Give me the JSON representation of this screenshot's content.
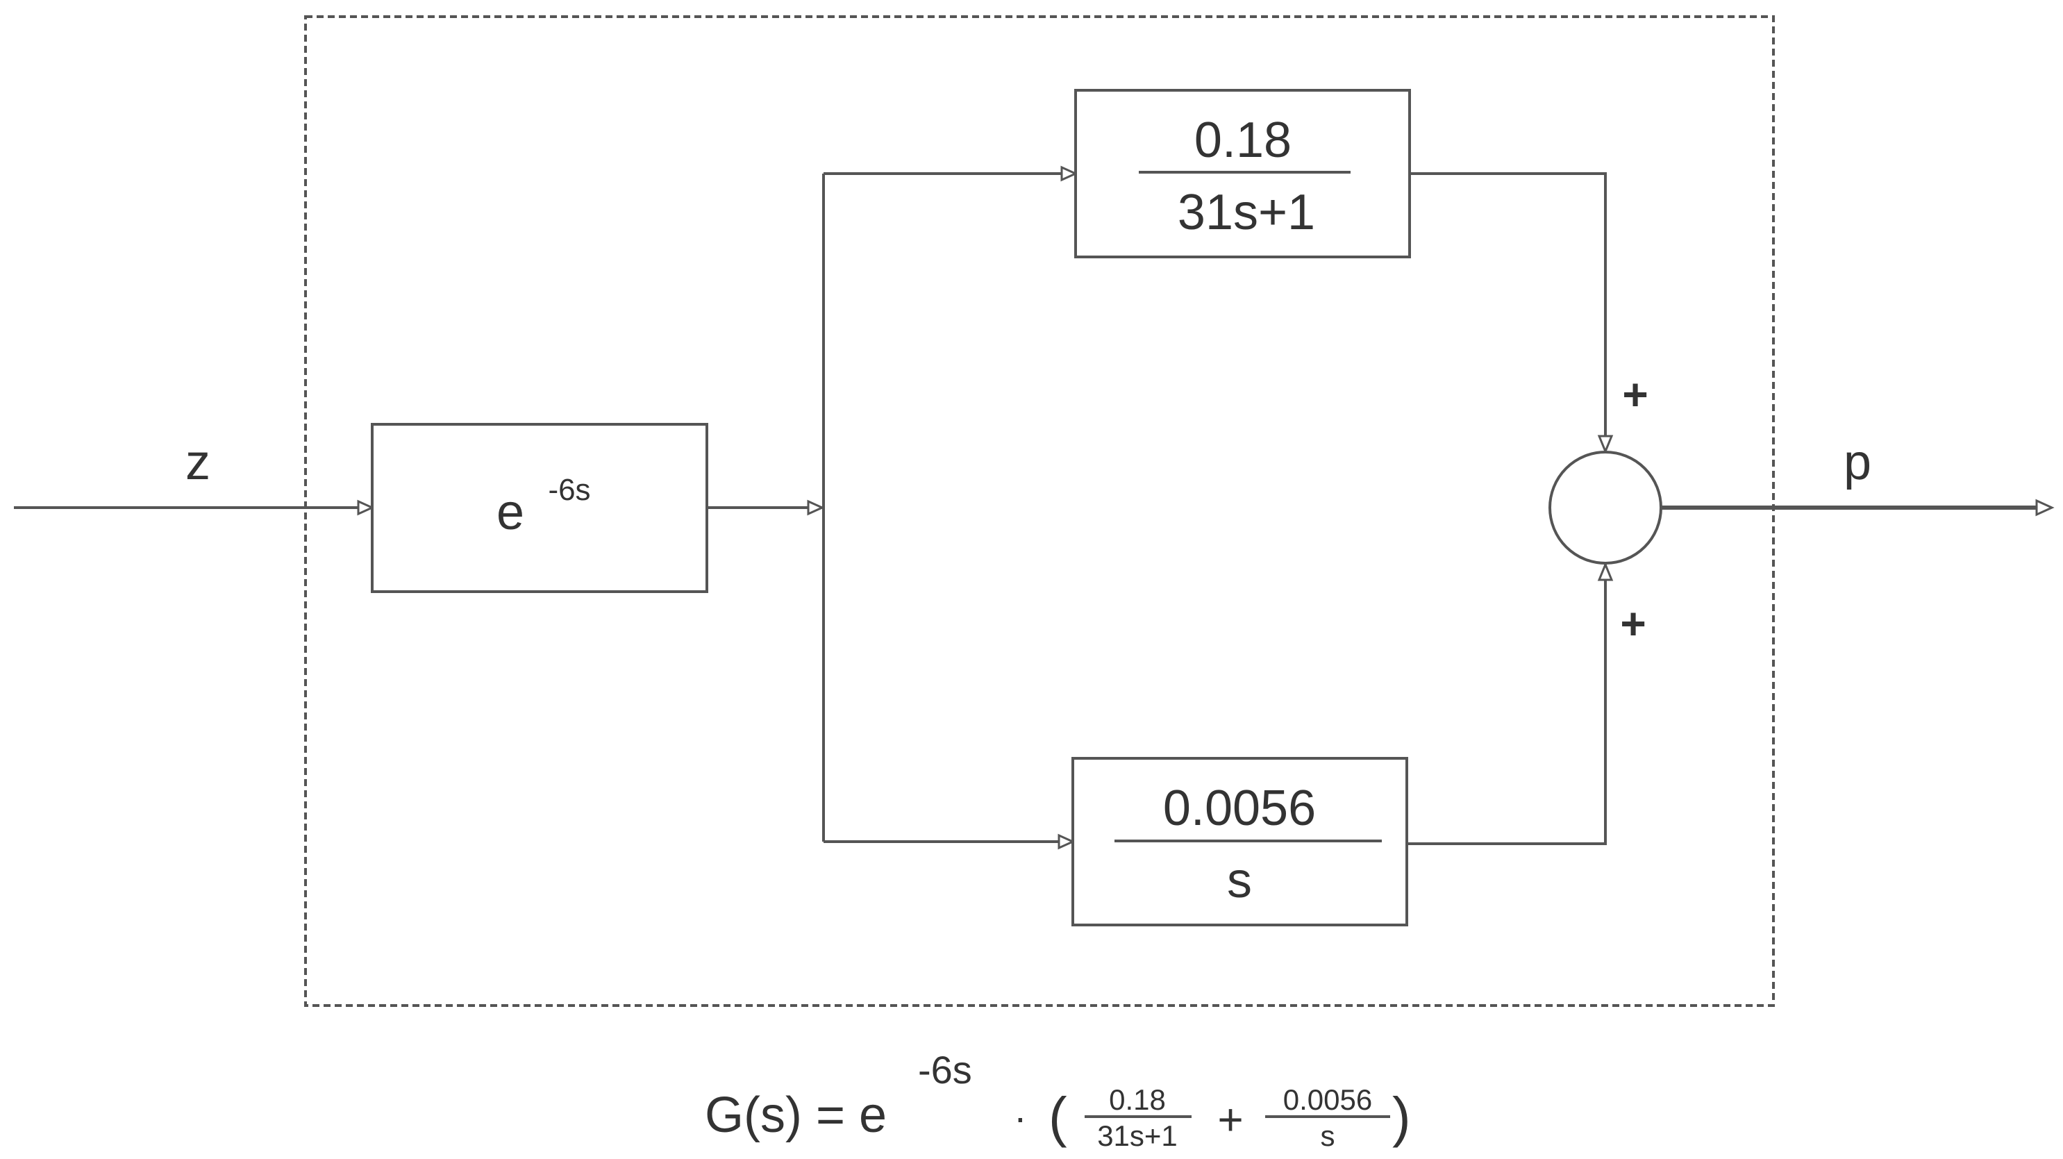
{
  "signals": {
    "input": "z",
    "output": "p"
  },
  "blocks": {
    "delay": {
      "base": "e",
      "exponent": "-6s"
    },
    "upper": {
      "numerator": "0.18",
      "denominator": "31s+1"
    },
    "lower": {
      "numerator": "0.0056",
      "denominator": "s"
    }
  },
  "summing_junction": {
    "top_sign": "+",
    "bottom_sign": "+"
  },
  "equation": {
    "lhs": "G(s) = e",
    "exponent": "-6s",
    "dot": "·",
    "open_paren": "(",
    "term1_num": "0.18",
    "term1_den": "31s+1",
    "plus": "+",
    "term2_num": "0.0056",
    "term2_den": "s",
    "close_paren": ")"
  },
  "colors": {
    "line": "#555555",
    "text": "#333333",
    "background": "#ffffff"
  }
}
